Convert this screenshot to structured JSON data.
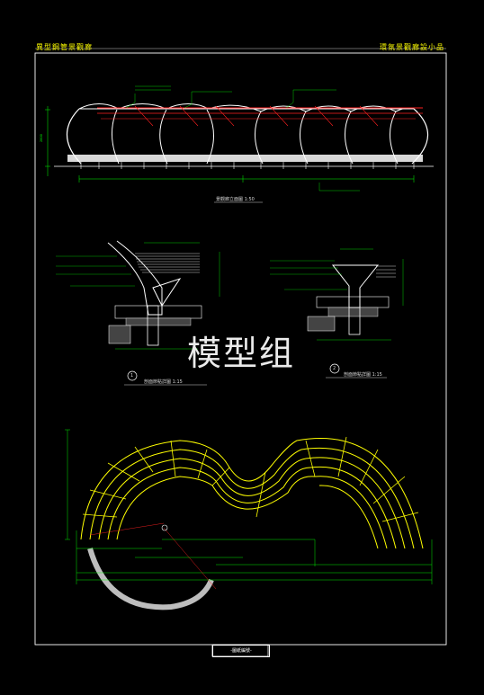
{
  "sheet": {
    "title_left": "異型鋼管景觀廊",
    "title_right": "環氛景觀廊設小品",
    "watermark": "模型组",
    "bottom_label": "-圖紙編號-"
  },
  "views": {
    "elevation_caption": "景觀廊立面圖 1:50",
    "detail1_number": "1",
    "detail1_caption": "剖面節點詳圖 1:15",
    "detail2_number": "2",
    "detail2_caption": "剖面節點詳圖 1:15"
  },
  "colors": {
    "background": "#000000",
    "frame": "#ffffff",
    "cad_green": "#00ff00",
    "cad_yellow": "#ffff00",
    "cad_red": "#ff2020",
    "cad_cyan": "#00ffff",
    "cad_gray": "#bdbdbd"
  }
}
